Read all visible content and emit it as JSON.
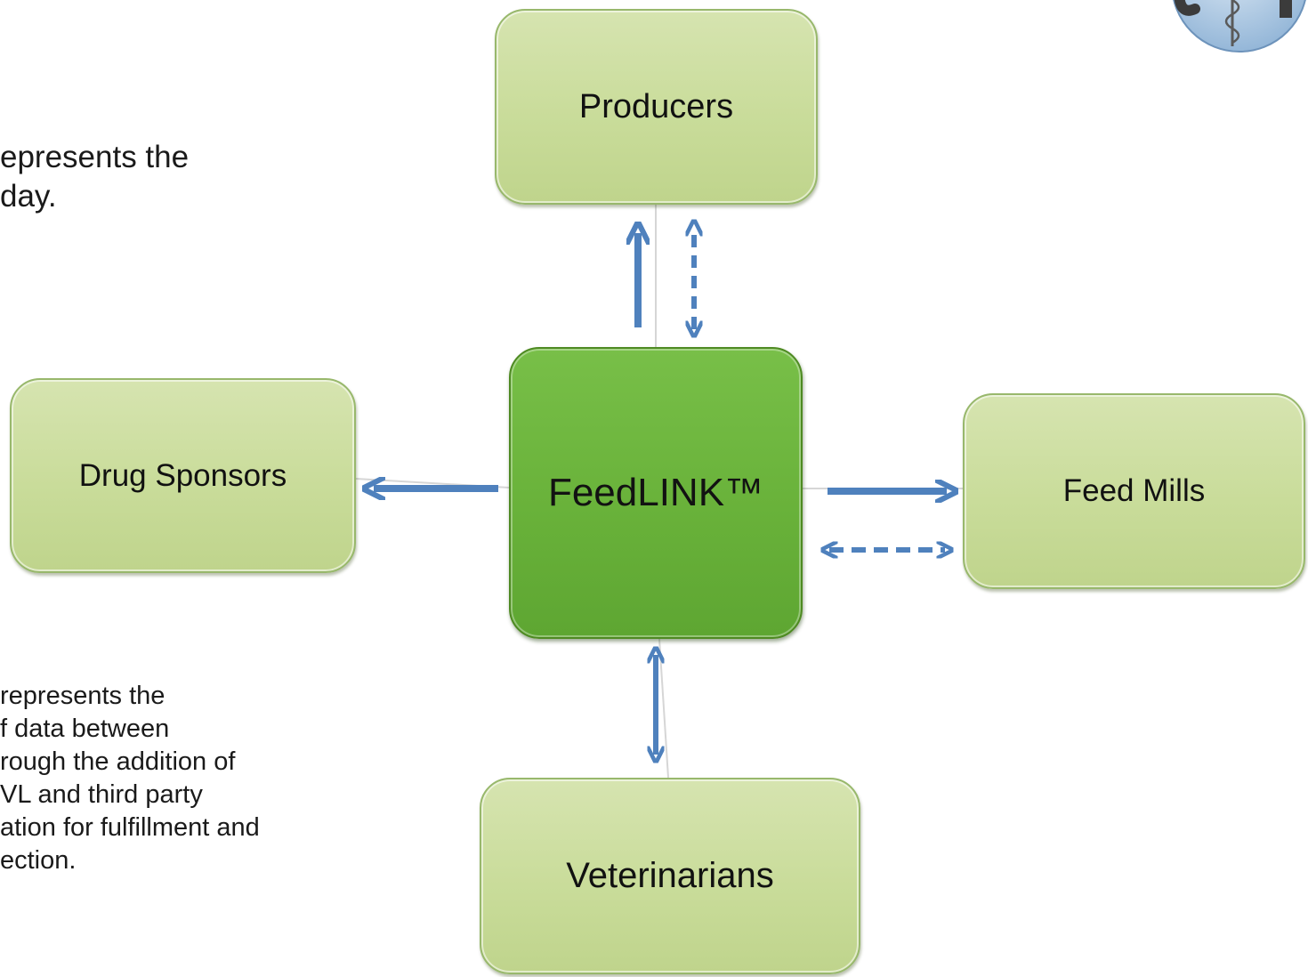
{
  "colors": {
    "node_fill": "#c9dc9a",
    "node_border": "#98b86c",
    "center_fill": "#69b23a",
    "center_border": "#4e8a22",
    "arrow": "#4f81bd",
    "text": "#1a1a1a"
  },
  "text_block_top": {
    "lines": [
      "epresents the",
      "day."
    ]
  },
  "text_block_bottom": {
    "lines": [
      "represents the",
      "f data between",
      "rough the addition of",
      "VL and third party",
      "ation for fulfillment and",
      "ection."
    ]
  },
  "nodes": {
    "center": {
      "label": "FeedLINK™"
    },
    "producers": {
      "label": "Producers"
    },
    "drug_sponsors": {
      "label": "Drug Sponsors"
    },
    "feed_mills": {
      "label": "Feed Mills"
    },
    "veterinarians": {
      "label": "Veterinarians"
    }
  },
  "connectors": [
    {
      "from": "center",
      "to": "producers",
      "style": "solid",
      "direction": "to-target"
    },
    {
      "from": "center",
      "to": "producers",
      "style": "dashed",
      "direction": "both"
    },
    {
      "from": "center",
      "to": "drug_sponsors",
      "style": "solid",
      "direction": "to-target"
    },
    {
      "from": "center",
      "to": "feed_mills",
      "style": "solid",
      "direction": "to-target"
    },
    {
      "from": "center",
      "to": "feed_mills",
      "style": "dashed",
      "direction": "both"
    },
    {
      "from": "center",
      "to": "veterinarians",
      "style": "solid",
      "direction": "both"
    }
  ],
  "logo": {
    "icon": "caduceus-globe-logo-icon"
  }
}
